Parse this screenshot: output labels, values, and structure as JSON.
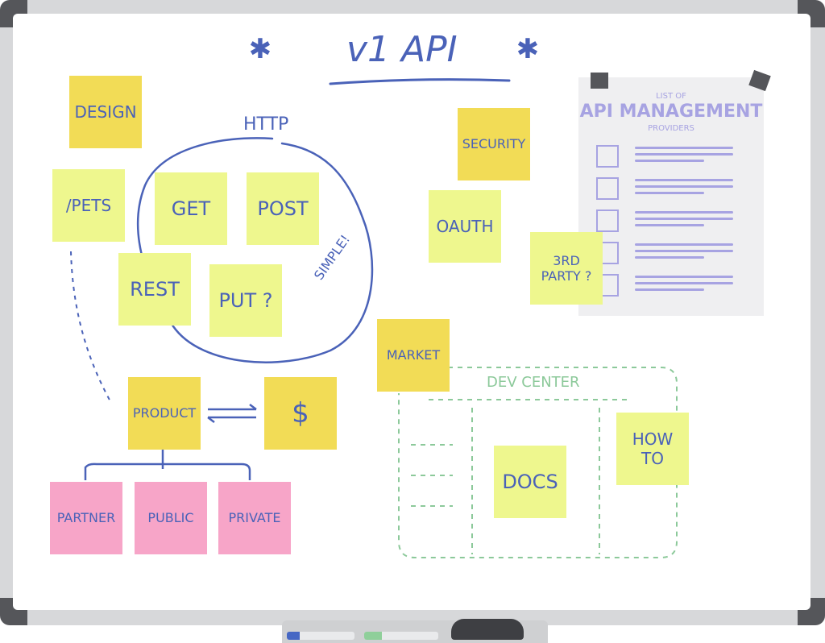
{
  "title": "v1 API",
  "labels": {
    "http": "HTTP",
    "simple": "SIMPLE!",
    "dev_center": "DEV CENTER",
    "currency": "$"
  },
  "notes": {
    "design": "DESIGN",
    "pets": "/PETS",
    "get": "GET",
    "post": "POST",
    "rest": "REST",
    "put": "PUT ?",
    "product": "PRODUCT",
    "partner": "PARTNER",
    "public": "PUBLIC",
    "private": "PRIVATE",
    "security": "SECURITY",
    "oauth": "OAUTH",
    "third_party": "3RD\nPARTY ?",
    "market": "MARKET",
    "docs": "DOCS",
    "how_to": "HOW\nTO"
  },
  "checklist": {
    "heading_small": "LIST OF",
    "heading": "API MANAGEMENT",
    "heading_sub": "PROVIDERS"
  },
  "colors": {
    "ink_blue": "#4a62b8",
    "sticky_yellow": "#f2dc56",
    "sticky_lime": "#eef78e",
    "sticky_pink": "#f7a5c8",
    "ink_green": "#8cc99a",
    "checklist_lavender": "#a7a3e2"
  }
}
